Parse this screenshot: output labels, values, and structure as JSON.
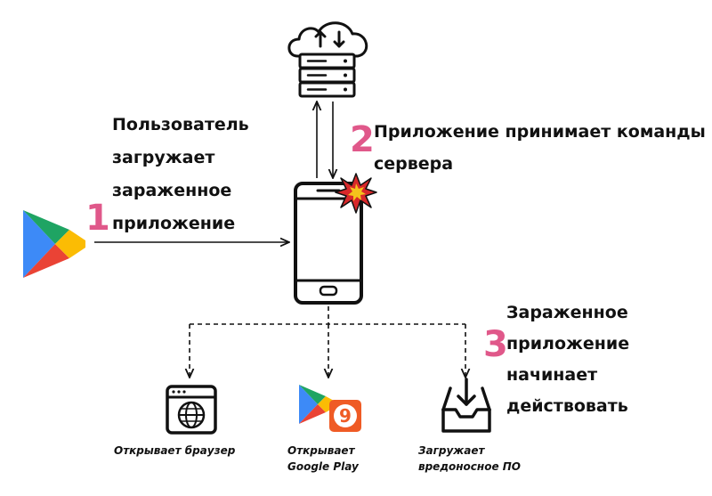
{
  "steps": [
    {
      "number": "1",
      "lines": [
        "Пользователь",
        "загружает",
        "зараженное",
        "приложение"
      ]
    },
    {
      "number": "2",
      "lines": [
        "Приложение принимает команды с",
        "сервера"
      ]
    },
    {
      "number": "3",
      "lines": [
        "Зараженное",
        "приложение",
        "начинает",
        "действовать"
      ]
    }
  ],
  "outcomes": [
    {
      "icon": "browser-globe-icon",
      "lines": [
        "Открывает браузер"
      ]
    },
    {
      "icon": "google-play-icon",
      "lines": [
        "Открывает",
        "Google Play"
      ]
    },
    {
      "icon": "download-tray-icon",
      "lines": [
        "Загружает",
        "вредоносное ПО"
      ]
    }
  ],
  "badges": {
    "play_badge_number": "9"
  },
  "colors": {
    "step_number": "#e0588a",
    "outline": "#111111",
    "burst_red": "#d8282a",
    "burst_yellow": "#f4c21c",
    "play_green": "#1fa463",
    "play_blue": "#3d8af7",
    "play_yellow": "#fbbc04",
    "play_red": "#ea4335",
    "badge_orange": "#ef5b25"
  },
  "icons": [
    "cloud-server-icon",
    "google-play-icon",
    "smartphone-icon",
    "burst-icon"
  ]
}
